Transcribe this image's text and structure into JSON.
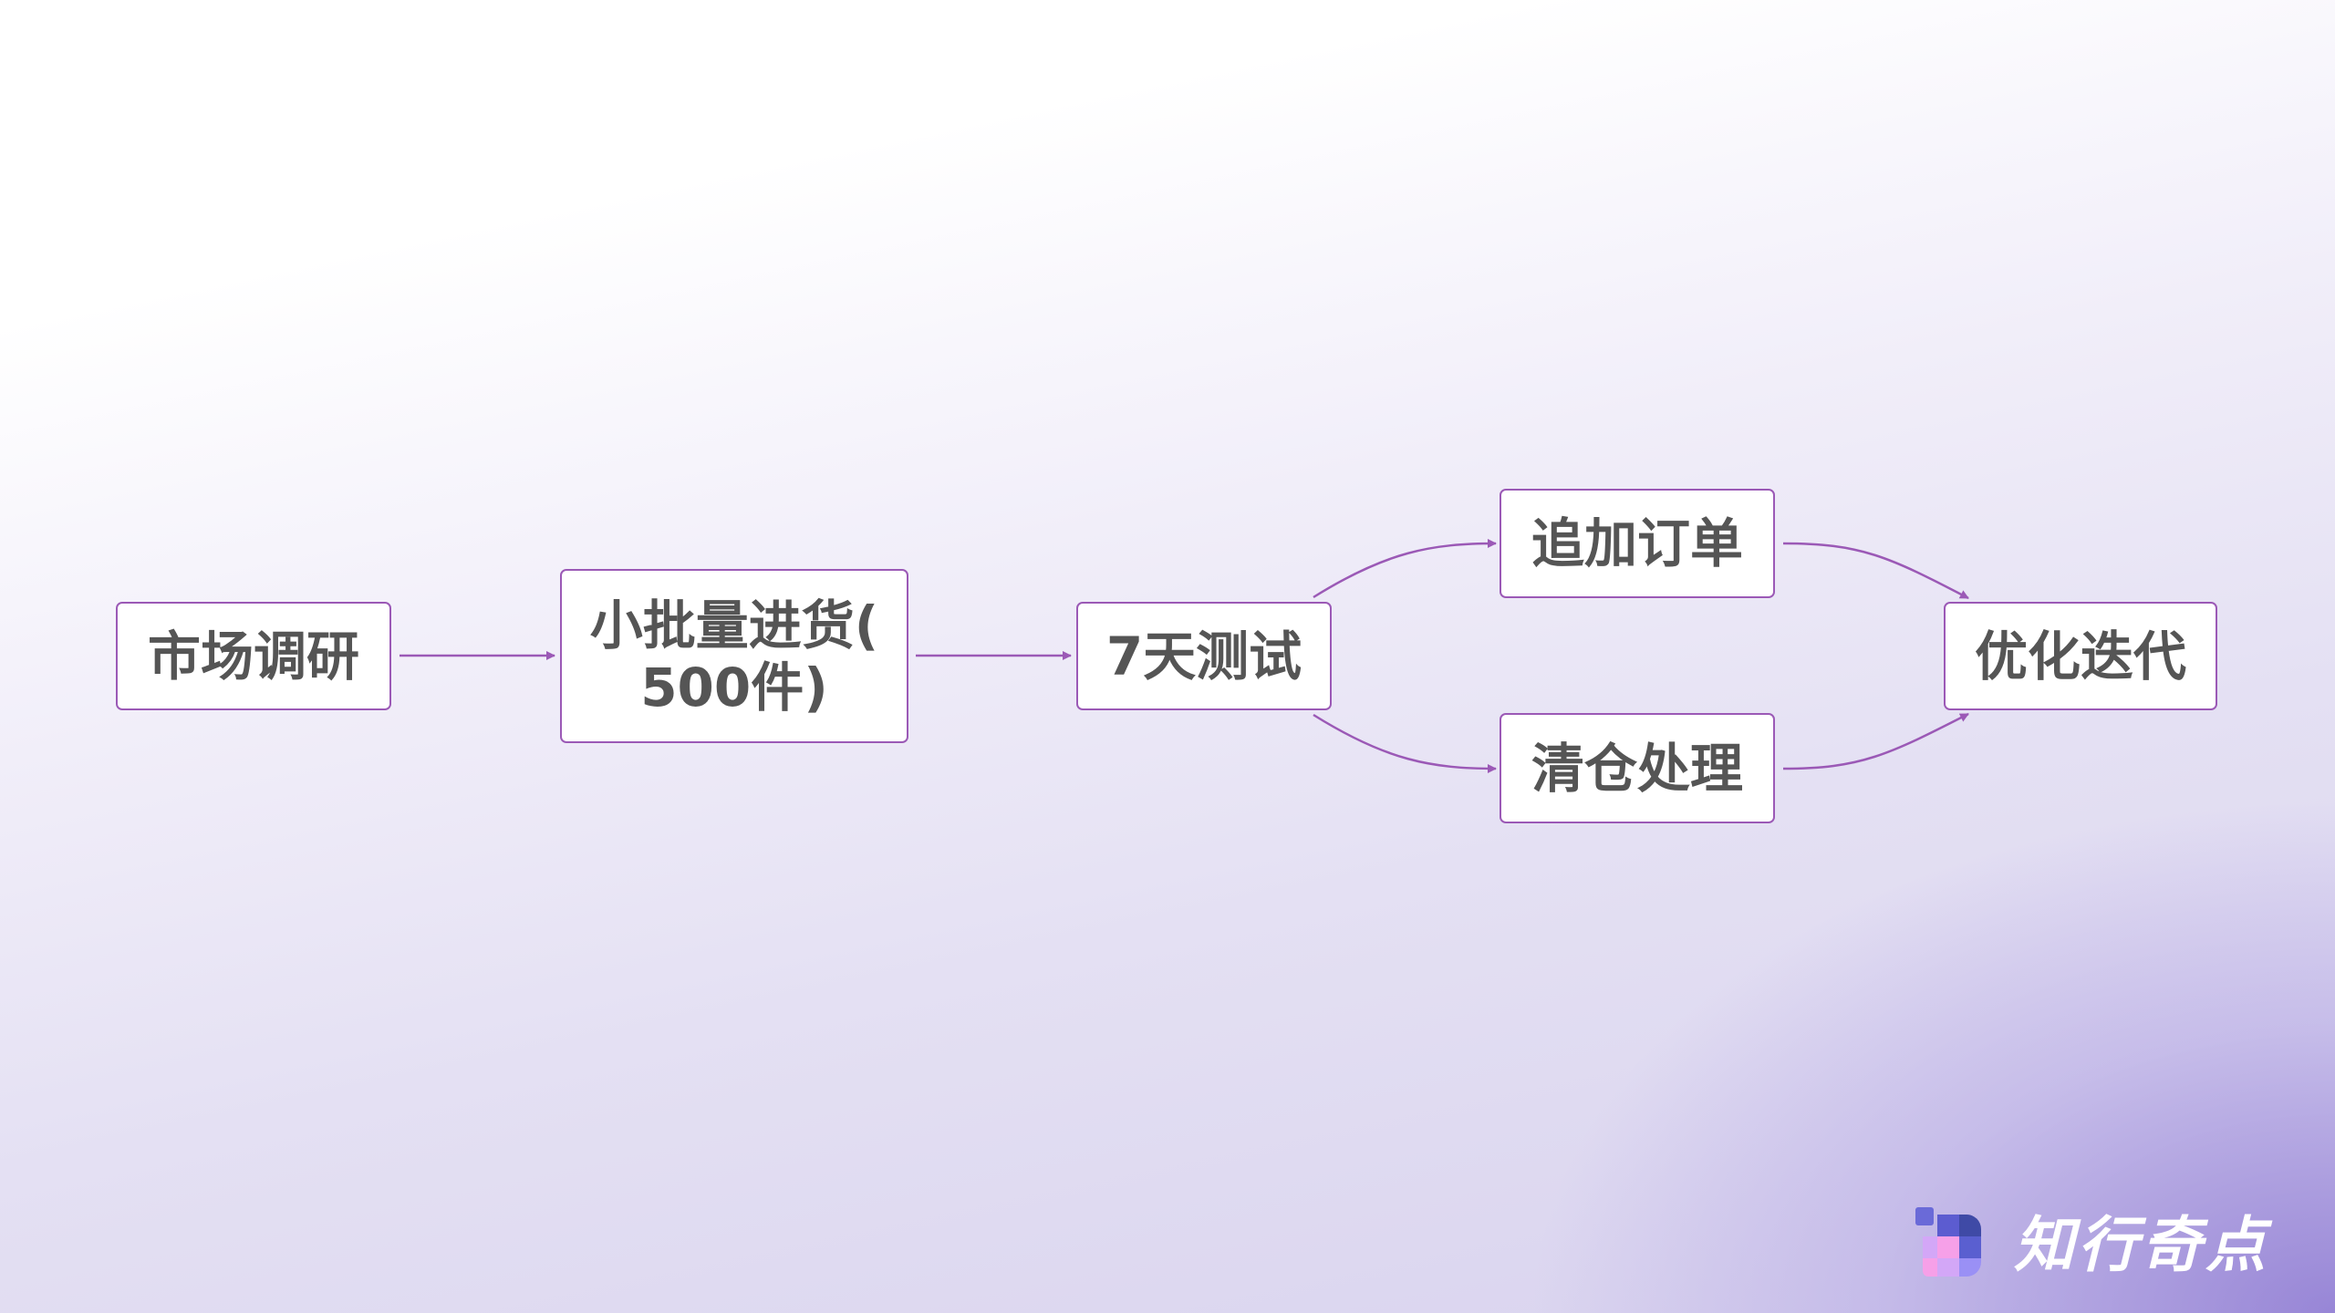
{
  "diagram": {
    "type": "flowchart",
    "nodes": [
      {
        "id": "research",
        "label": "市场调研"
      },
      {
        "id": "small_batch",
        "label_line1": "小批量进货(",
        "label_line2": "500件)"
      },
      {
        "id": "test",
        "label": "7天测试"
      },
      {
        "id": "reorder",
        "label": "追加订单"
      },
      {
        "id": "clearance",
        "label": "清仓处理"
      },
      {
        "id": "optimize",
        "label": "优化迭代"
      }
    ],
    "edges": [
      {
        "from": "research",
        "to": "small_batch"
      },
      {
        "from": "small_batch",
        "to": "test"
      },
      {
        "from": "test",
        "to": "reorder"
      },
      {
        "from": "test",
        "to": "clearance"
      },
      {
        "from": "reorder",
        "to": "optimize"
      },
      {
        "from": "clearance",
        "to": "optimize"
      }
    ],
    "colors": {
      "edge": "#9b59b6",
      "node_border": "#9b59b6",
      "node_fill": "#ffffff",
      "text": "#555555"
    }
  },
  "brand": {
    "logo_icon": "pixel-square-logo-icon",
    "name": "知行奇点"
  }
}
